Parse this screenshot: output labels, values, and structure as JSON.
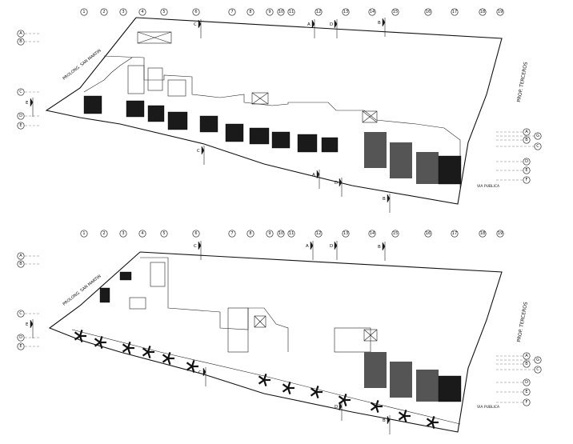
{
  "grid_columns": [
    "1",
    "2",
    "3",
    "4",
    "5",
    "6",
    "7",
    "8",
    "9",
    "10",
    "11",
    "12",
    "13",
    "14",
    "15",
    "16",
    "17",
    "18",
    "19"
  ],
  "grid_rows_left": [
    "A",
    "B",
    "C",
    "D",
    "E"
  ],
  "grid_rows_right": [
    "A",
    "B",
    "C",
    "D",
    "E",
    "F",
    "G"
  ],
  "section_marks": [
    "A",
    "B",
    "C",
    "D",
    "E"
  ],
  "labels": {
    "street_left": "PROLONG. SAN MARTIN",
    "third_party": "PROP. TERCEROS",
    "public_road": "VIA PUBLICA"
  },
  "colors": {
    "line": "#111111",
    "fill": "#1a1a1a",
    "paper": "#ffffff"
  }
}
